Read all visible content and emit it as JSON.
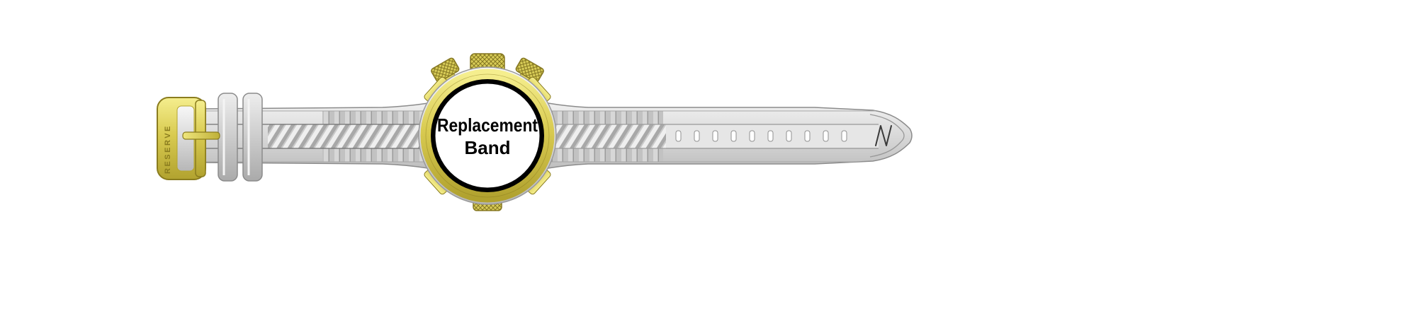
{
  "illustration": {
    "face_label_line1": "Replacement",
    "face_label_line2": "Band",
    "buckle_engraving": "RESERVE"
  },
  "colors": {
    "gold": "#d9cb51",
    "gold_dark": "#8a7c1e",
    "silver": "#d9d9d9",
    "silver_dark": "#8b8b8b",
    "face_ring": "#000000",
    "face": "#ffffff",
    "background": "#ffffff"
  }
}
